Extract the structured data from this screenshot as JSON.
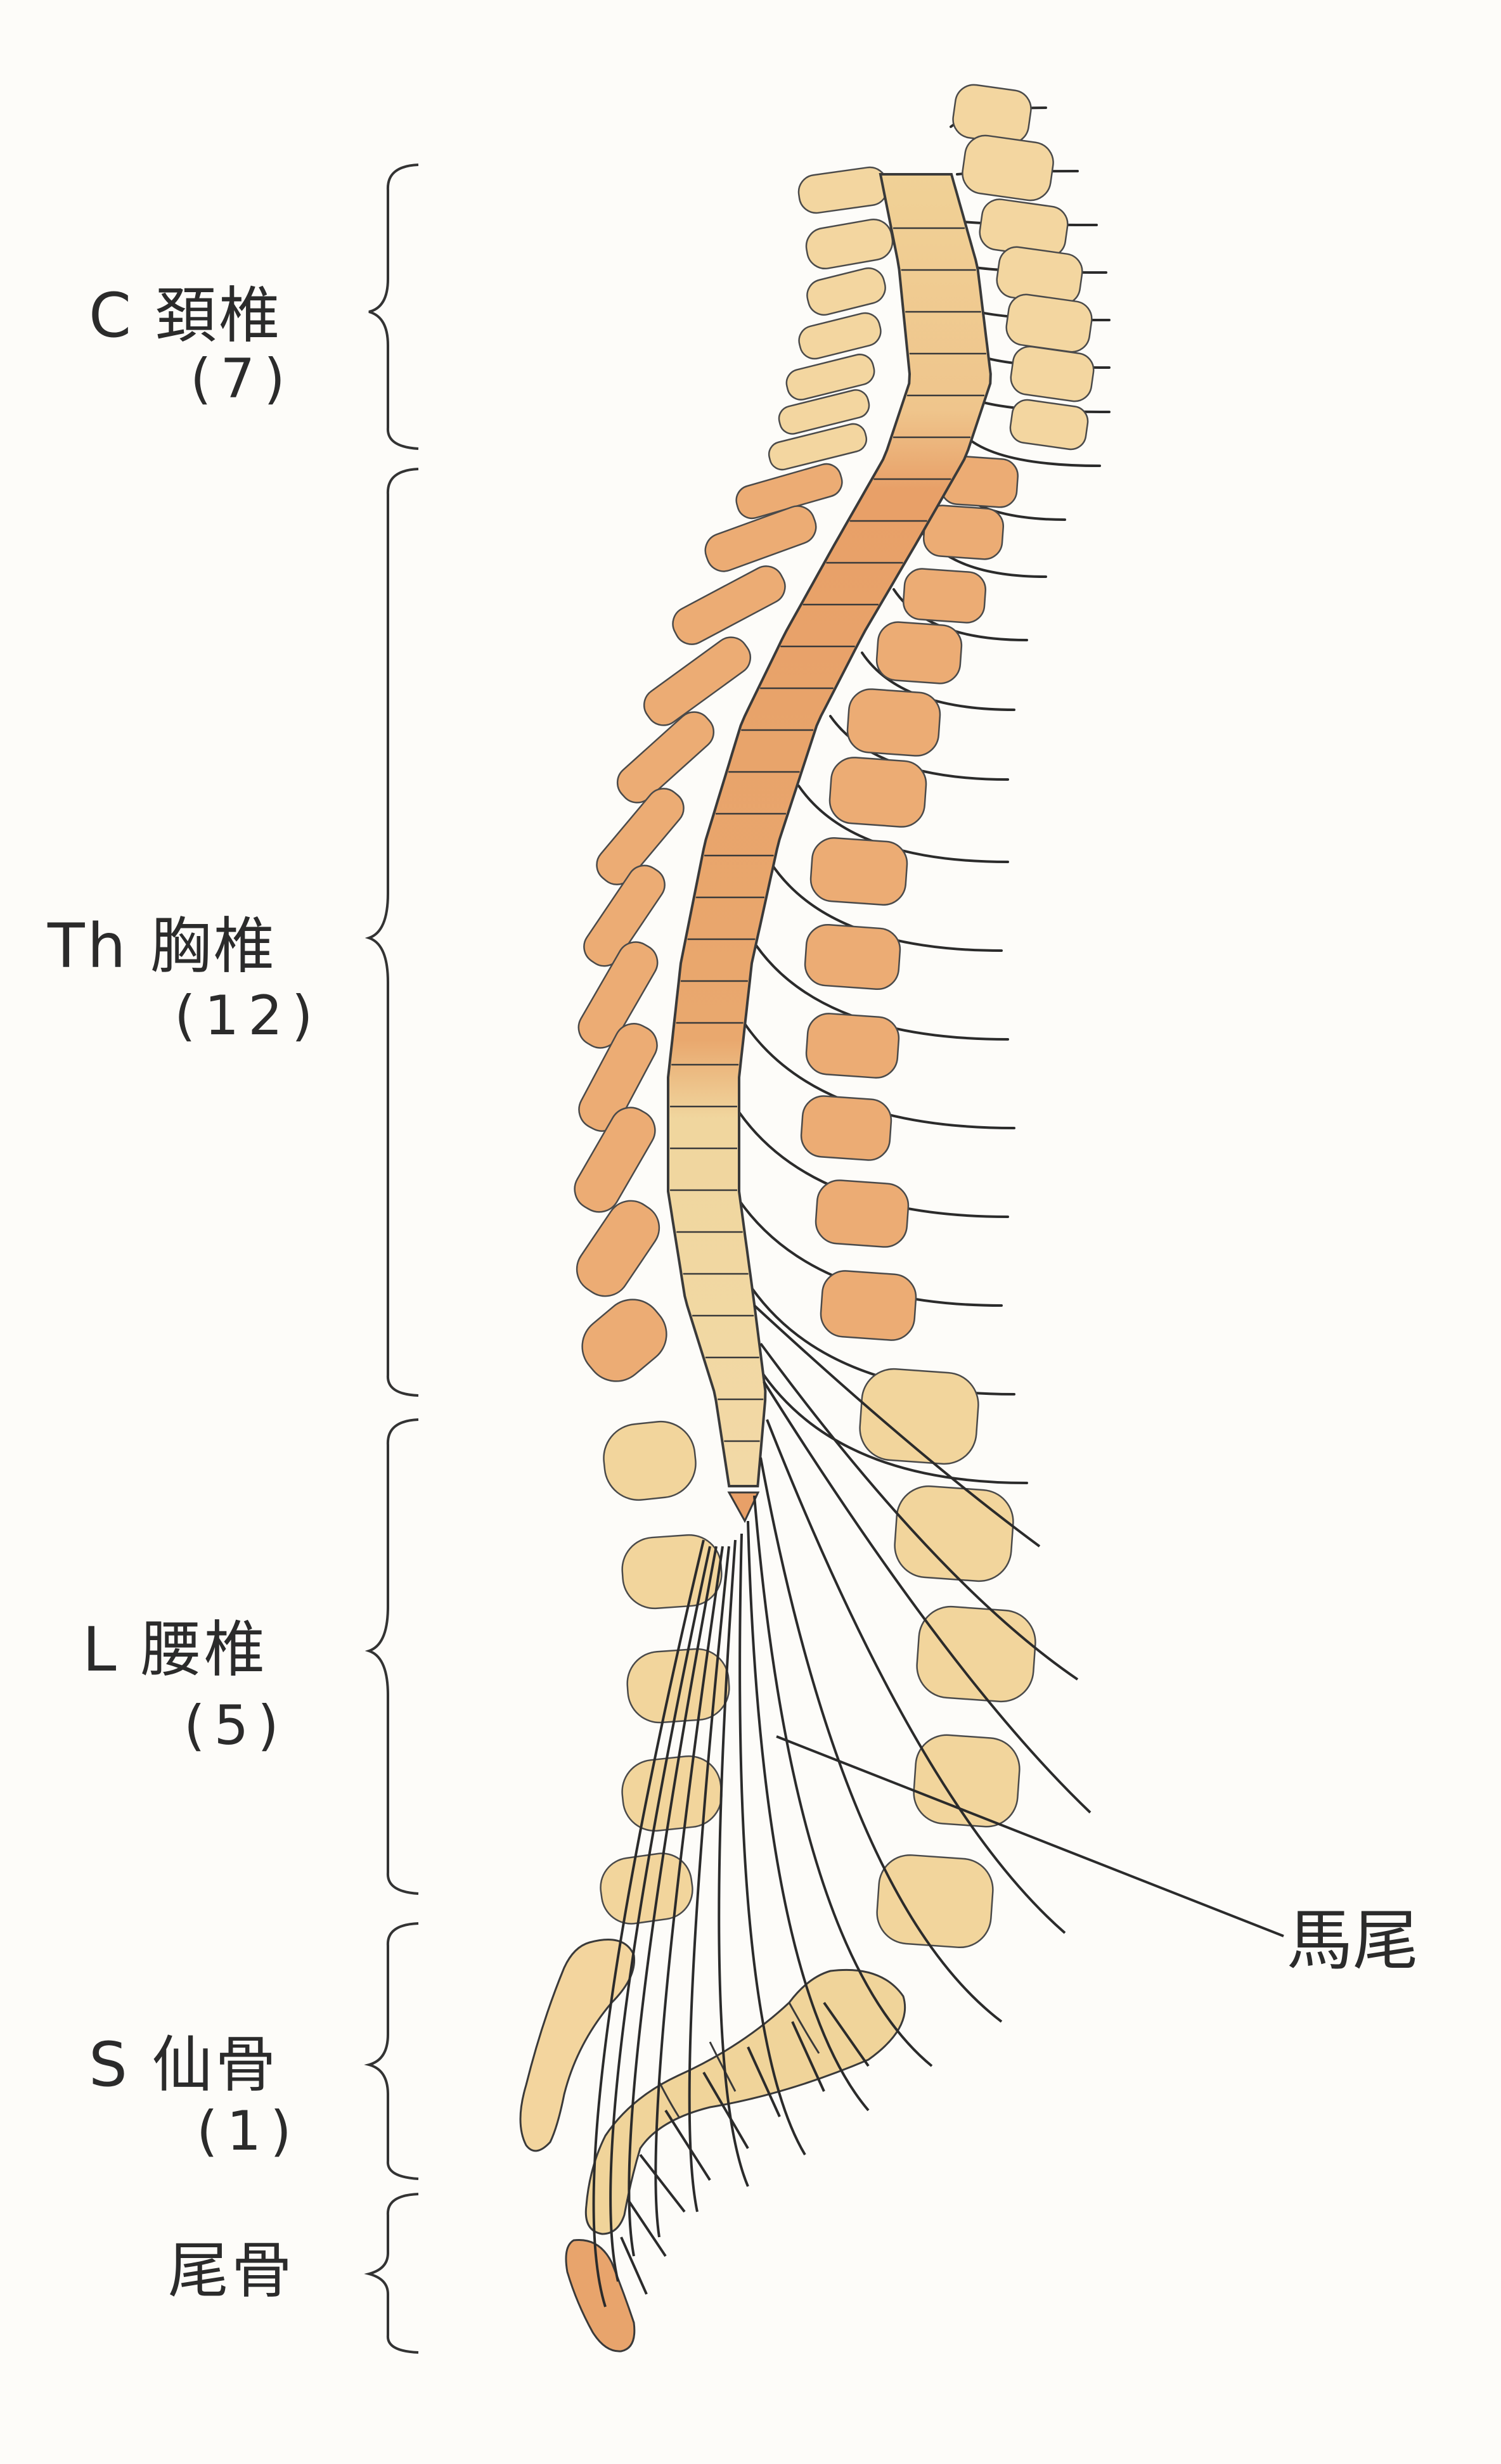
{
  "regions": [
    {
      "label": "C 頚椎",
      "count": "(7)"
    },
    {
      "label": "Th 胸椎",
      "count": "(12)"
    },
    {
      "label": "L 腰椎",
      "count": "(5)"
    },
    {
      "label": "S 仙骨",
      "count": "(1)"
    },
    {
      "label": "尾骨",
      "count": ""
    }
  ],
  "annotation": "馬尾",
  "colors": {
    "cervical_fill": "#f3d6a0",
    "thoracic_fill": "#ecac74",
    "lumbar_fill": "#f2d59c",
    "cord_upper": "#f0d196",
    "cord_middle": "#e8a068",
    "cord_lower": "#f0d69e",
    "outline": "#2b2b2b",
    "background": "#fdfcf9"
  }
}
